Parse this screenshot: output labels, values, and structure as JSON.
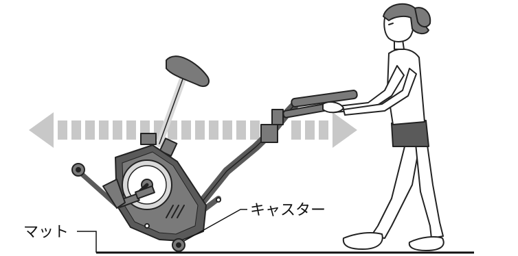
{
  "labels": {
    "mat": "マット",
    "caster": "キャスター"
  },
  "colors": {
    "outline": "#222222",
    "bike_dark": "#5a5a5a",
    "bike_mid": "#7a7a7a",
    "bike_light": "#d9d9d9",
    "arrow": "#c8c8c8",
    "floor": "#111111",
    "skin": "#ffffff"
  },
  "icons": {
    "direction_arrow": "double-headed-arrow",
    "bike": "exercise-bike",
    "person": "woman-pushing"
  }
}
